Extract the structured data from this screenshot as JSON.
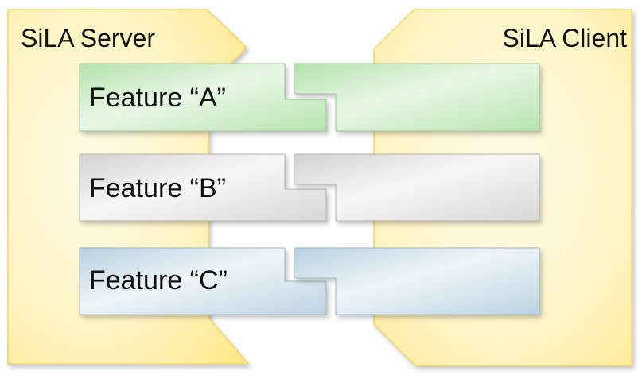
{
  "server": {
    "title": "SiLA Server"
  },
  "client": {
    "title": "SiLA Client"
  },
  "features": [
    {
      "label": "Feature “A”",
      "color": "#c9ebc3"
    },
    {
      "label": "Feature “B”",
      "color": "#e0e0e0"
    },
    {
      "label": "Feature “C”",
      "color": "#c6dbe8"
    }
  ],
  "colors": {
    "panel_fill": "#ffee9a",
    "panel_edge": "#f5d96a",
    "connector_outline": "#9a9a9a"
  }
}
